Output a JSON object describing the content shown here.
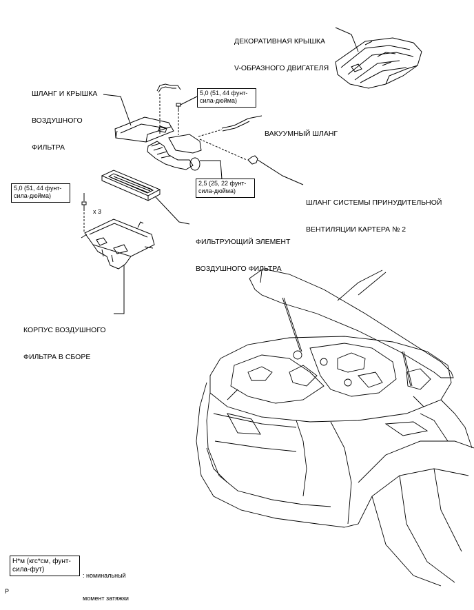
{
  "labels": {
    "engine_cover": [
      "ДЕКОРАТИВНАЯ КРЫШКА",
      "V-ОБРАЗНОГО ДВИГАТЕЛЯ"
    ],
    "hose_and_cap": [
      "ШЛАНГ И КРЫШКА",
      "ВОЗДУШНОГО",
      "ФИЛЬТРА"
    ],
    "vacuum_hose": "ВАКУУМНЫЙ ШЛАНГ",
    "pcv_hose": [
      "ШЛАНГ СИСТЕМЫ ПРИНУДИТЕЛЬНОЙ",
      "ВЕНТИЛЯЦИИ КАРТЕРА № 2"
    ],
    "filter_element": [
      "ФИЛЬТРУЮЩИЙ ЭЛЕМЕНТ",
      "ВОЗДУШНОГО ФИЛЬТРА"
    ],
    "filter_case": [
      "КОРПУС ВОЗДУШНОГО",
      "ФИЛЬТРА В СБОРЕ"
    ]
  },
  "torque_specs": {
    "top_bolt": [
      "5,0 (51, 44 фунт-",
      "сила-дюйма)"
    ],
    "clamp": [
      "2,5 (25, 22 фунт-",
      "сила-дюйма)"
    ],
    "case_bolts": [
      "5,0 (51, 44 фунт-",
      "сила-дюйма)"
    ],
    "case_bolts_qty": "x 3"
  },
  "legend": {
    "box_text": [
      "Н*м (кгс*см, фунт-",
      "сила-фут)"
    ],
    "description": [
      ": номинальный",
      "момент затяжки"
    ]
  },
  "corner_mark": "P"
}
